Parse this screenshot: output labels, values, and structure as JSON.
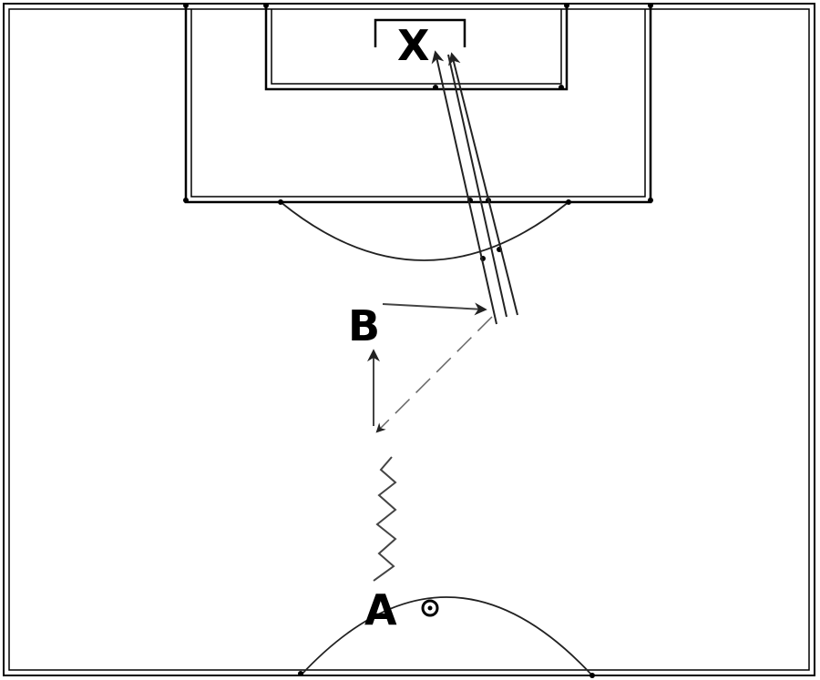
{
  "diagram": {
    "labels": {
      "goal_target": "X",
      "player_b": "B",
      "player_a": "A"
    },
    "colors": {
      "line": "#000000",
      "arrow": "#444444",
      "background": "#ffffff"
    },
    "icons": {
      "ball": "soccer-ball-icon"
    }
  }
}
